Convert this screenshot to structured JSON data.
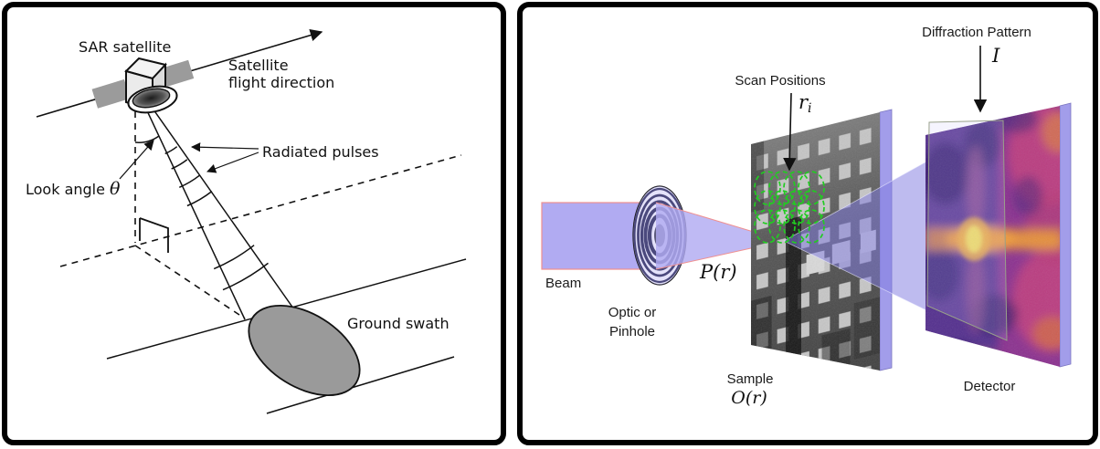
{
  "figure": {
    "left_panel": {
      "labels": {
        "title": "SAR satellite",
        "flight_line1": "Satellite",
        "flight_line2": "flight direction",
        "pulses": "Radiated pulses",
        "look_angle_text": "Look angle ",
        "look_angle_symbol": "θ",
        "ground_swath": "Ground swath"
      },
      "colors": {
        "solar_panel": "#9b9b9b",
        "swath_fill": "#9a9a9a",
        "line": "#111111"
      }
    },
    "right_panel": {
      "labels": {
        "beam": "Beam",
        "optic_line1": "Optic or",
        "optic_line2": "Pinhole",
        "probe_symbol": "P(r)",
        "scan_positions": "Scan Positions",
        "scan_symbol_base": "r",
        "scan_symbol_sub": "i",
        "sample": "Sample",
        "object_symbol": "O(r)",
        "diffraction": "Diffraction Pattern",
        "intensity_symbol": "I",
        "detector": "Detector"
      },
      "colors": {
        "beam_fill": "#b1abf2",
        "beam_stroke": "#f09090",
        "diverging_fill": "rgba(130,125,225,0.52)",
        "scan_circle": "#21cc21",
        "panel_edge": "#a29dea",
        "detector_base": "#8c3390"
      }
    }
  }
}
